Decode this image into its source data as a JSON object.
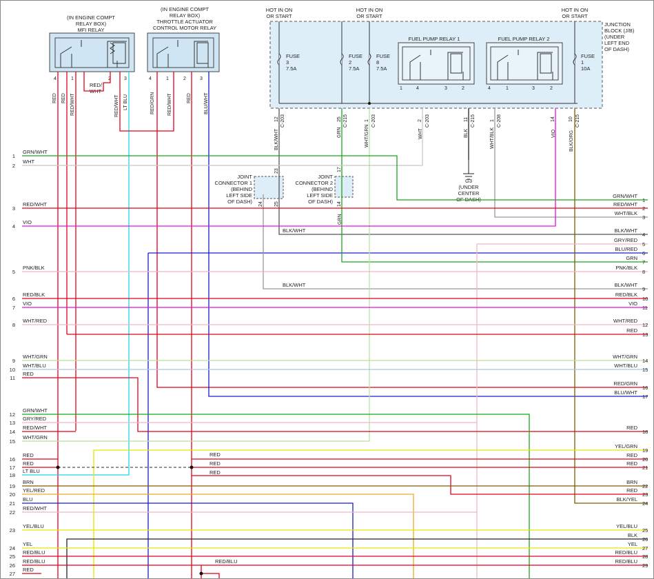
{
  "header": {
    "mfi_relay_label": [
      "(IN ENGINE COMPT",
      "RELAY BOX)",
      "MFI RELAY"
    ],
    "tac_relay_label": [
      "(IN ENGINE COMPT",
      "RELAY BOX)",
      "THROTTLE ACTUATOR",
      "CONTROL MOTOR RELAY"
    ],
    "hot_a": [
      "HOT IN ON",
      "OR START"
    ],
    "hot_b": [
      "HOT IN ON",
      "OR START"
    ],
    "hot_c": [
      "HOT IN ON",
      "OR START"
    ],
    "junction_block": [
      "JUNCTION",
      "BLOCK (J/B)",
      "(UNDER",
      "LEFT END",
      "OF DASH)"
    ],
    "fpr1": "FUEL PUMP RELAY 1",
    "fpr2": "FUEL PUMP RELAY 2",
    "fuses": [
      {
        "name": "FUSE",
        "num": "3",
        "amp": "7.5A"
      },
      {
        "name": "FUSE",
        "num": "2",
        "amp": "7.5A"
      },
      {
        "name": "FUSE",
        "num": "8",
        "amp": "7.5A"
      },
      {
        "name": "FUSE",
        "num": "1",
        "amp": "10A"
      }
    ],
    "ground": [
      "G3",
      "(UNDER",
      "CENTER",
      "OF DASH)"
    ],
    "jc1": [
      "JOINT",
      "CONNECTOR 1",
      "(BEHIND",
      "LEFT SIDE",
      "OF DASH)"
    ],
    "jc2": [
      "JOINT",
      "CONNECTOR 2",
      "(BEHIND",
      "LEFT SIDE",
      "OF DASH)"
    ],
    "relay_pins": {
      "mfi": [
        "4",
        "1",
        "2",
        "3"
      ],
      "tac": [
        "4",
        "1",
        "2",
        "3"
      ],
      "fpr1": [
        "1",
        "4",
        "3",
        "2"
      ],
      "fpr2": [
        "4",
        "1",
        "3",
        "2"
      ]
    },
    "redwht_note": [
      "RED/",
      "WHT"
    ],
    "junction_pins": [
      "12",
      "25",
      "1",
      "2",
      "11",
      "1",
      "14",
      "10"
    ],
    "connectors": [
      "C-203",
      "C-215",
      "C-203",
      "C-203",
      "C-215",
      "C-208",
      "C-215"
    ],
    "vertical_wires": [
      "RED",
      "RED",
      "RED/WHT",
      "RED/WHT",
      "LT BLU",
      "RED/GRN",
      "RED/WHT",
      "RED",
      "BLU/WHT",
      "BLK/WHT",
      "GRN",
      "WHT/GRN",
      "WHT",
      "BLK",
      "WHT/BLK",
      "VIO",
      "BLK/ORG",
      "GRN"
    ],
    "jc_pins": [
      "23",
      "24",
      "25",
      "17",
      "14"
    ]
  },
  "left_pins": [
    {
      "num": "1",
      "label": "GRN/WHT"
    },
    {
      "num": "2",
      "label": "WHT"
    },
    {
      "num": "3",
      "label": "RED/WHT"
    },
    {
      "num": "4",
      "label": "VIO"
    },
    {
      "num": "5",
      "label": "PNK/BLK"
    },
    {
      "num": "6",
      "label": "RED/BLK"
    },
    {
      "num": "7",
      "label": "VIO"
    },
    {
      "num": "8",
      "label": "WHT/RED"
    },
    {
      "num": "9",
      "label": "WHT/GRN"
    },
    {
      "num": "10",
      "label": "WHT/BLU"
    },
    {
      "num": "11",
      "label": "RED"
    },
    {
      "num": "12",
      "label": "GRN/WHT"
    },
    {
      "num": "13",
      "label": "GRY/RED"
    },
    {
      "num": "14",
      "label": "RED/WHT"
    },
    {
      "num": "15",
      "label": "WHT/GRN"
    },
    {
      "num": "16",
      "label": "RED"
    },
    {
      "num": "17",
      "label": "RED"
    },
    {
      "num": "18",
      "label": "LT BLU"
    },
    {
      "num": "19",
      "label": "BRN"
    },
    {
      "num": "20",
      "label": "YEL/RED"
    },
    {
      "num": "21",
      "label": "BLU"
    },
    {
      "num": "22",
      "label": "RED/WHT"
    },
    {
      "num": "23",
      "label": "YEL/BLU"
    },
    {
      "num": "24",
      "label": "YEL"
    },
    {
      "num": "25",
      "label": "RED/BLU"
    },
    {
      "num": "26",
      "label": "RED/BLU"
    },
    {
      "num": "27",
      "label": "RED"
    }
  ],
  "right_pins": [
    {
      "num": "1",
      "label": "GRN/WHT"
    },
    {
      "num": "2",
      "label": "RED/WHT"
    },
    {
      "num": "3",
      "label": "WHT/BLK"
    },
    {
      "num": "4",
      "label": "BLK/WHT"
    },
    {
      "num": "5",
      "label": "GRY/RED"
    },
    {
      "num": "6",
      "label": "BLU/RED"
    },
    {
      "num": "7",
      "label": "GRN"
    },
    {
      "num": "8",
      "label": "PNK/BLK"
    },
    {
      "num": "9",
      "label": "BLK/WHT"
    },
    {
      "num": "10",
      "label": "RED/BLK"
    },
    {
      "num": "11",
      "label": "VIO"
    },
    {
      "num": "12",
      "label": "WHT/RED"
    },
    {
      "num": "13",
      "label": "RED"
    },
    {
      "num": "14",
      "label": "WHT/GRN"
    },
    {
      "num": "15",
      "label": "WHT/BLU"
    },
    {
      "num": "16",
      "label": "RED/GRN"
    },
    {
      "num": "17",
      "label": "BLU/WHT"
    },
    {
      "num": "18",
      "label": "RED"
    },
    {
      "num": "19",
      "label": "YEL/GRN"
    },
    {
      "num": "20",
      "label": "RED"
    },
    {
      "num": "21",
      "label": "RED"
    },
    {
      "num": "22",
      "label": "BRN"
    },
    {
      "num": "23",
      "label": "RED"
    },
    {
      "num": "24",
      "label": "BLK/YEL"
    },
    {
      "num": "25",
      "label": "YEL/BLU"
    },
    {
      "num": "26",
      "label": "BLK"
    },
    {
      "num": "27",
      "label": "YEL"
    },
    {
      "num": "28",
      "label": "RED/BLU"
    },
    {
      "num": "29",
      "label": "RED/BLU"
    }
  ],
  "mid_labels": [
    "BLK/WHT",
    "BLK/WHT",
    "RED",
    "RED",
    "RED",
    "RED/BLU",
    "GRN"
  ],
  "colors": {
    "red": "#e3001b",
    "green": "#1aa51a",
    "ltblue": "#1fd3e8",
    "blue": "#1a1ad0",
    "violet": "#e010e0",
    "yellow": "#e6e600",
    "orange": "#f5a623",
    "brown": "#7a5a00",
    "gray": "#9a9a9a",
    "black": "#222222",
    "pink": "#f0b7c0",
    "lightgray": "#c8c8c8",
    "palegreen": "#b9e0a0",
    "paleblue": "#a8c8e8",
    "junction_fill": "#ddeef8"
  }
}
